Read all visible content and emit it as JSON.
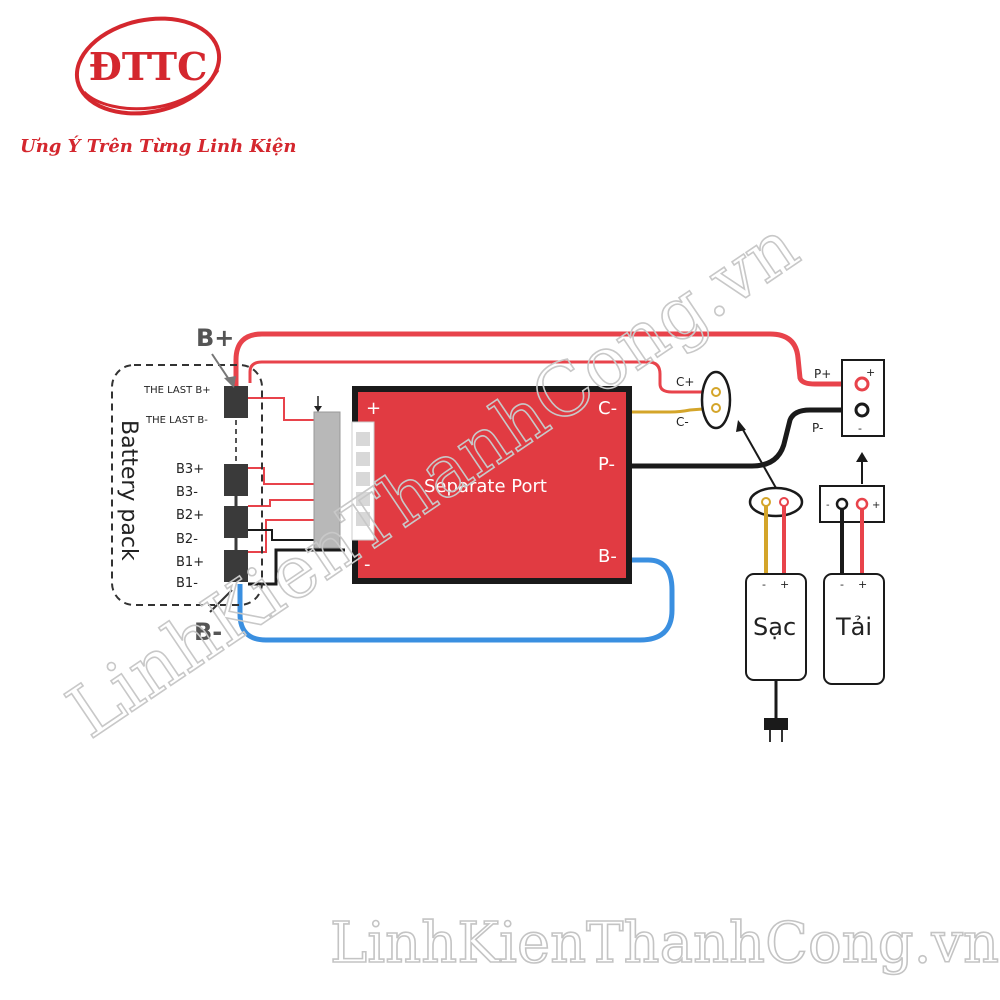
{
  "logo": {
    "brand": "ĐTTC",
    "tagline": "Ưng Ý Trên Từng Linh Kiện"
  },
  "diagram": {
    "pack_label": "Battery pack",
    "b_plus": "B+",
    "b_minus": "B-",
    "cells": {
      "last_bplus": "THE LAST B+",
      "last_bminus": "THE LAST B-",
      "b3plus": "B3+",
      "b3minus": "B3-",
      "b2plus": "B2+",
      "b2minus": "B2-",
      "b1plus": "B1+",
      "b1minus": "B1-"
    },
    "board": {
      "title": "Separate Port",
      "plus": "+",
      "minus": "-",
      "c_minus": "C-",
      "p_minus": "P-",
      "b_minus": "B-"
    },
    "connector": {
      "c_plus": "C+",
      "c_minus": "C-"
    },
    "output": {
      "p_plus": "P+",
      "p_minus": "P-",
      "plus": "+",
      "minus": "-"
    },
    "charger_label": "Sạc",
    "load_label": "Tải"
  },
  "watermark": {
    "text": "LinhKienThanhCong.vn"
  },
  "colors": {
    "red_wire": "#e8434b",
    "black_wire": "#1a1a1a",
    "blue_wire": "#3a8fe0",
    "yellow_wire": "#d4a52a",
    "board": "#e13b42",
    "brand": "#d4272e"
  }
}
